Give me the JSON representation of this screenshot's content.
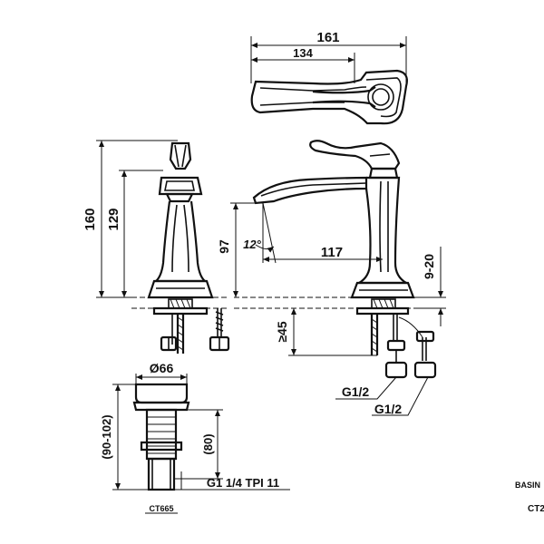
{
  "dimensions": {
    "top_overall_length": "161",
    "top_spout_length": "134",
    "overall_height": "160",
    "handle_height": "129",
    "spout_height": "97",
    "spout_angle": "12°",
    "spout_reach": "117",
    "deck_thickness": "9-20",
    "tail_min_length": "≥45",
    "drain_diameter": "Ø66",
    "drain_height_range": "(90-102)",
    "drain_body_height": "(80)",
    "thread_left": "G1/2",
    "thread_right": "G1/2",
    "drain_thread": "G1 1/4 TPI 11"
  },
  "labels": {
    "drain_model": "CT665",
    "product_name": "BASIN",
    "product_code": "CT2"
  }
}
